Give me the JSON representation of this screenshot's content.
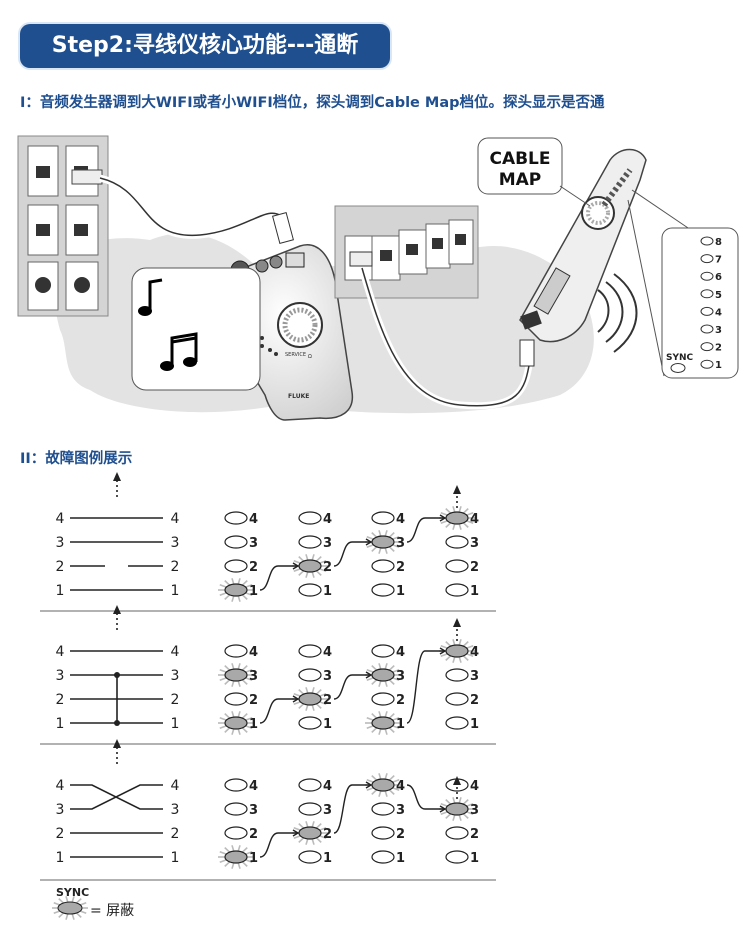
{
  "header": {
    "title": "Step2:寻线仪核心功能---通断"
  },
  "section1": {
    "heading": "I：音频发生器调到大WIFI或者小WIFI档位，探头调到Cable Map档位。探头显示是否通",
    "cable_map_label": [
      "CABLE",
      "MAP"
    ],
    "probe_leds": [
      "8",
      "7",
      "6",
      "5",
      "4",
      "3",
      "2",
      "1"
    ],
    "sync_label": "SYNC",
    "tone_generator": {
      "brand": "FLUKE",
      "service_label": "SERVICE",
      "ohm_label": "Ω"
    }
  },
  "section2": {
    "heading": "II：故障图例展示"
  },
  "fault_diagrams": [
    {
      "name": "open",
      "pins": [
        "4",
        "3",
        "2",
        "1"
      ],
      "led_columns": [
        {
          "labels": [
            "4",
            "3",
            "2",
            "1"
          ],
          "lit": [
            "1"
          ]
        },
        {
          "labels": [
            "4",
            "3",
            "2",
            "1"
          ],
          "lit": [
            "2"
          ]
        },
        {
          "labels": [
            "4",
            "3",
            "2",
            "1"
          ],
          "lit": [
            "3"
          ]
        },
        {
          "labels": [
            "4",
            "3",
            "2",
            "1"
          ],
          "lit": [
            "4"
          ]
        }
      ]
    },
    {
      "name": "short",
      "pins": [
        "4",
        "3",
        "2",
        "1"
      ],
      "led_columns": [
        {
          "labels": [
            "4",
            "3",
            "2",
            "1"
          ],
          "lit": [
            "3",
            "1"
          ]
        },
        {
          "labels": [
            "4",
            "3",
            "2",
            "1"
          ],
          "lit": [
            "2"
          ]
        },
        {
          "labels": [
            "4",
            "3",
            "2",
            "1"
          ],
          "lit": [
            "3",
            "1"
          ]
        },
        {
          "labels": [
            "4",
            "3",
            "2",
            "1"
          ],
          "lit": [
            "4"
          ]
        }
      ]
    },
    {
      "name": "crossed",
      "pins": [
        "4",
        "3",
        "2",
        "1"
      ],
      "led_columns": [
        {
          "labels": [
            "4",
            "3",
            "2",
            "1"
          ],
          "lit": [
            "1"
          ]
        },
        {
          "labels": [
            "4",
            "3",
            "2",
            "1"
          ],
          "lit": [
            "2"
          ]
        },
        {
          "labels": [
            "4",
            "3",
            "2",
            "1"
          ],
          "lit": [
            "4"
          ]
        },
        {
          "labels": [
            "4",
            "3",
            "2",
            "1"
          ],
          "lit": [
            "3"
          ]
        }
      ]
    }
  ],
  "legend": {
    "sync_label": "SYNC",
    "text": "= 屏蔽"
  },
  "colors": {
    "banner": "#1f4f8f",
    "heading": "#1f4f8f",
    "lit_led": "#a9a9a9"
  }
}
